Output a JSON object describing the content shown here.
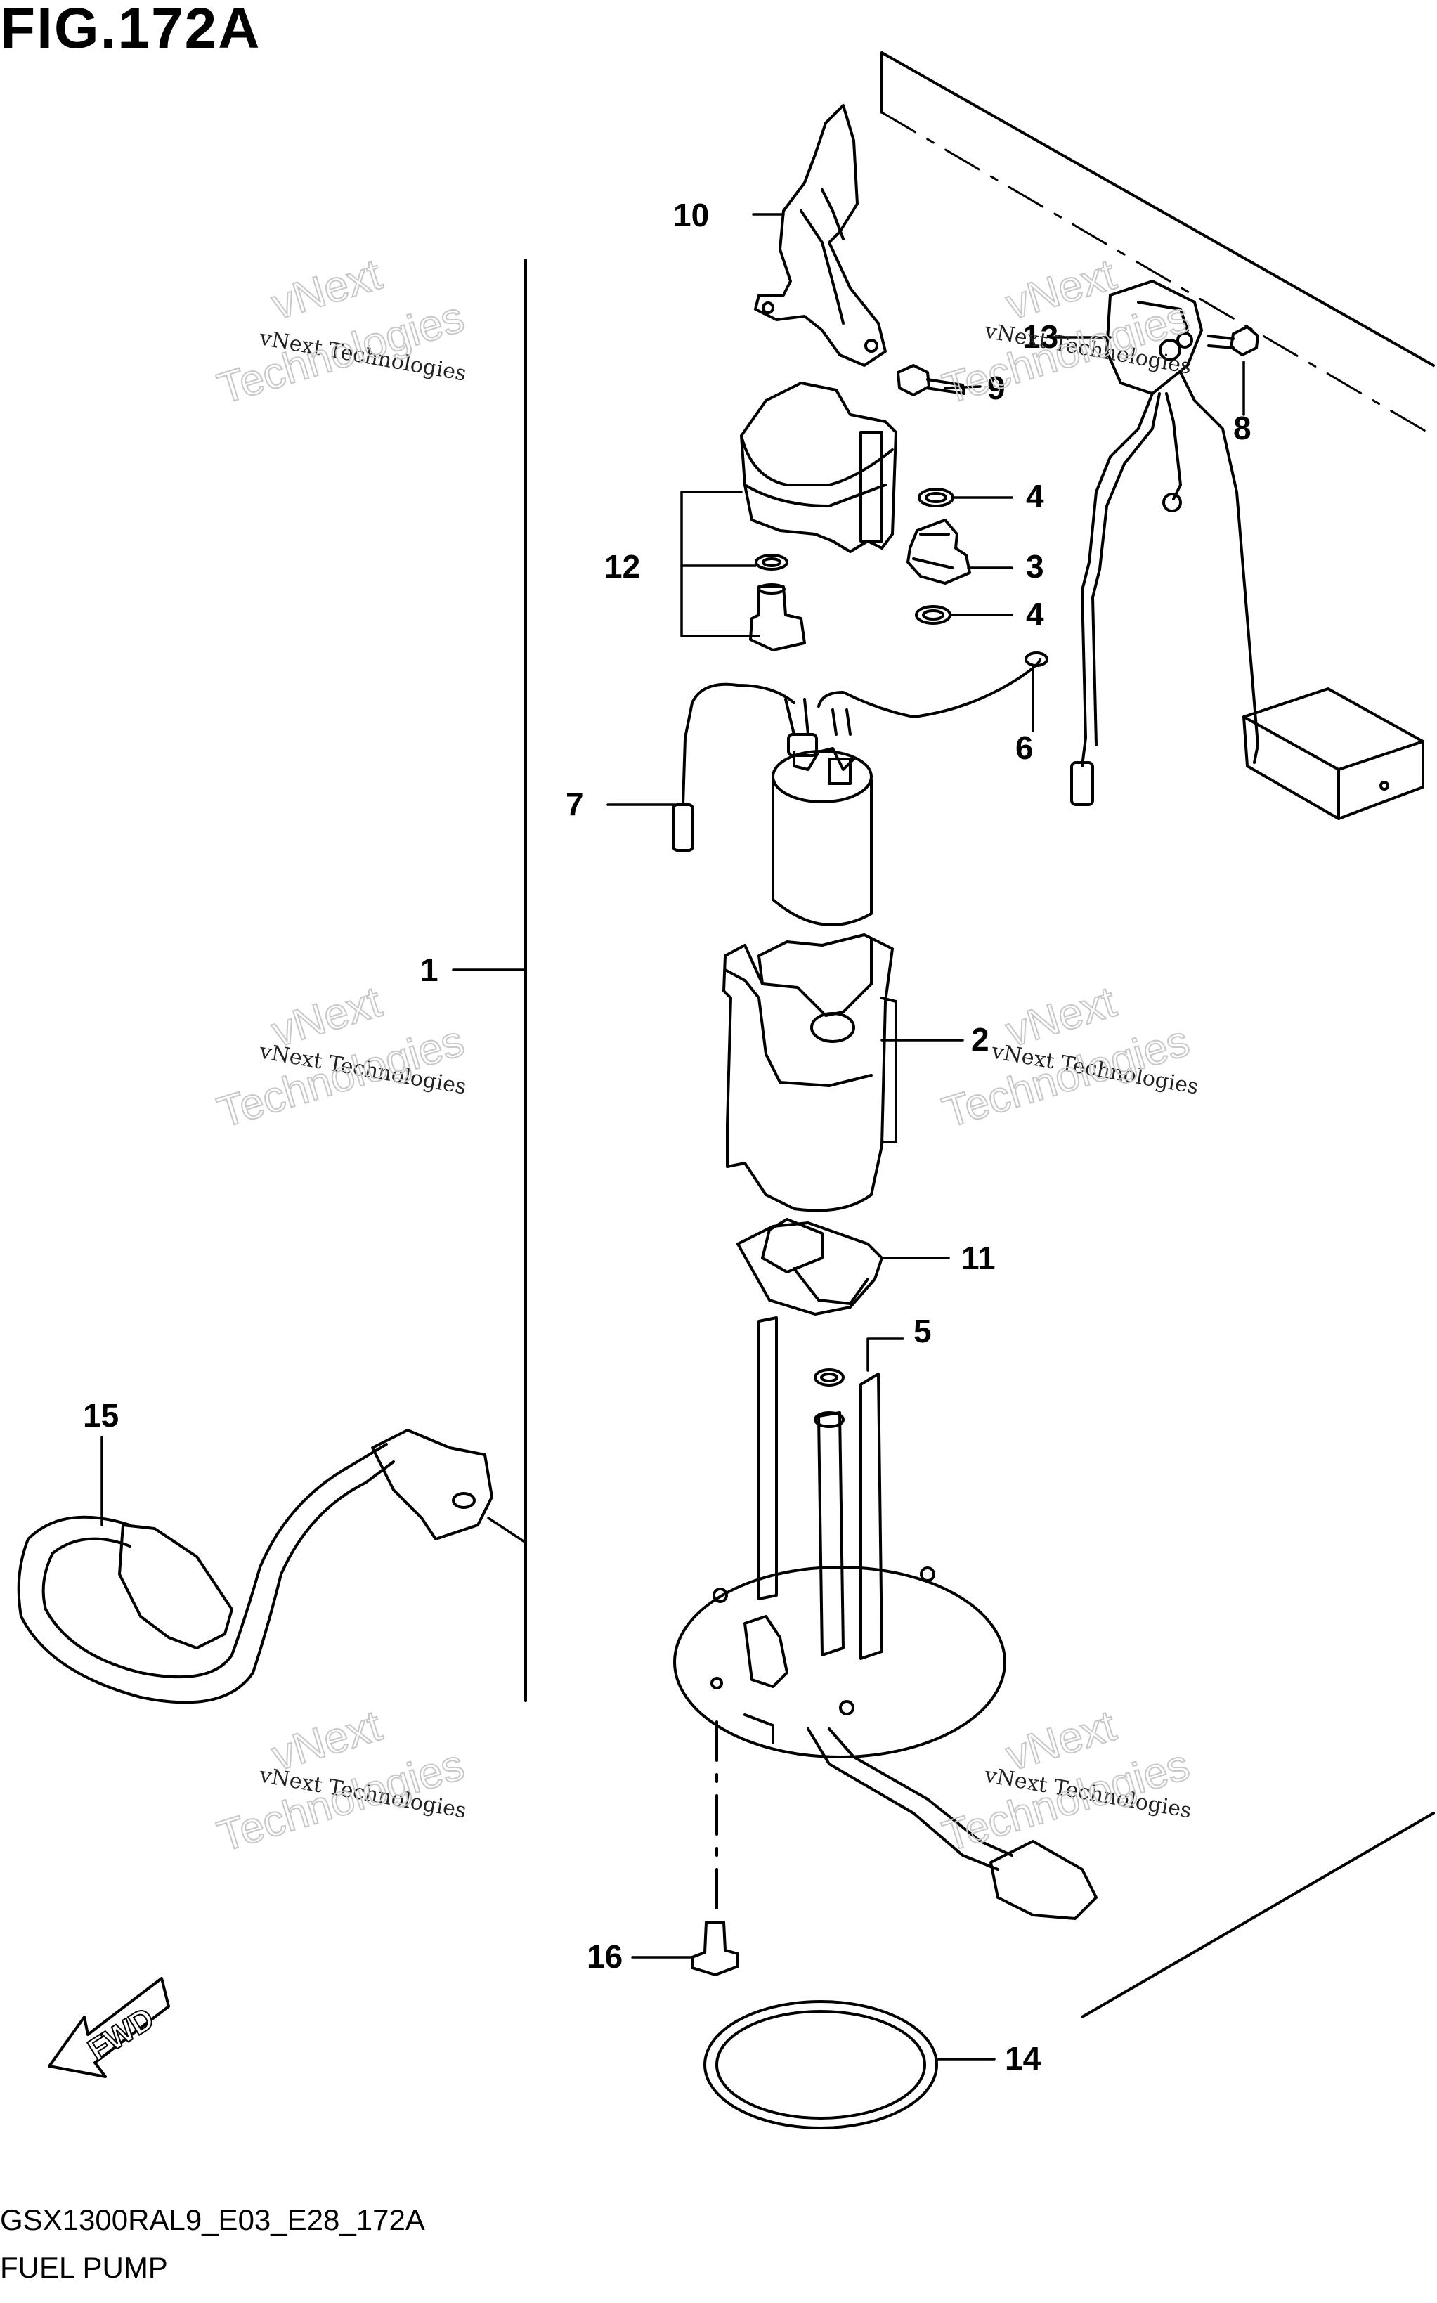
{
  "figure": {
    "title": "FIG.172A",
    "code": "GSX1300RAL9_E03_E28_172A",
    "name": "FUEL PUMP"
  },
  "callouts": [
    "1",
    "2",
    "3",
    "4",
    "4",
    "5",
    "6",
    "7",
    "8",
    "9",
    "10",
    "11",
    "12",
    "13",
    "14",
    "15",
    "16"
  ],
  "fwd_label": "FWD",
  "watermark": {
    "line1": "vNext Technologies",
    "line2": "vNext",
    "line3": "Technologies"
  }
}
